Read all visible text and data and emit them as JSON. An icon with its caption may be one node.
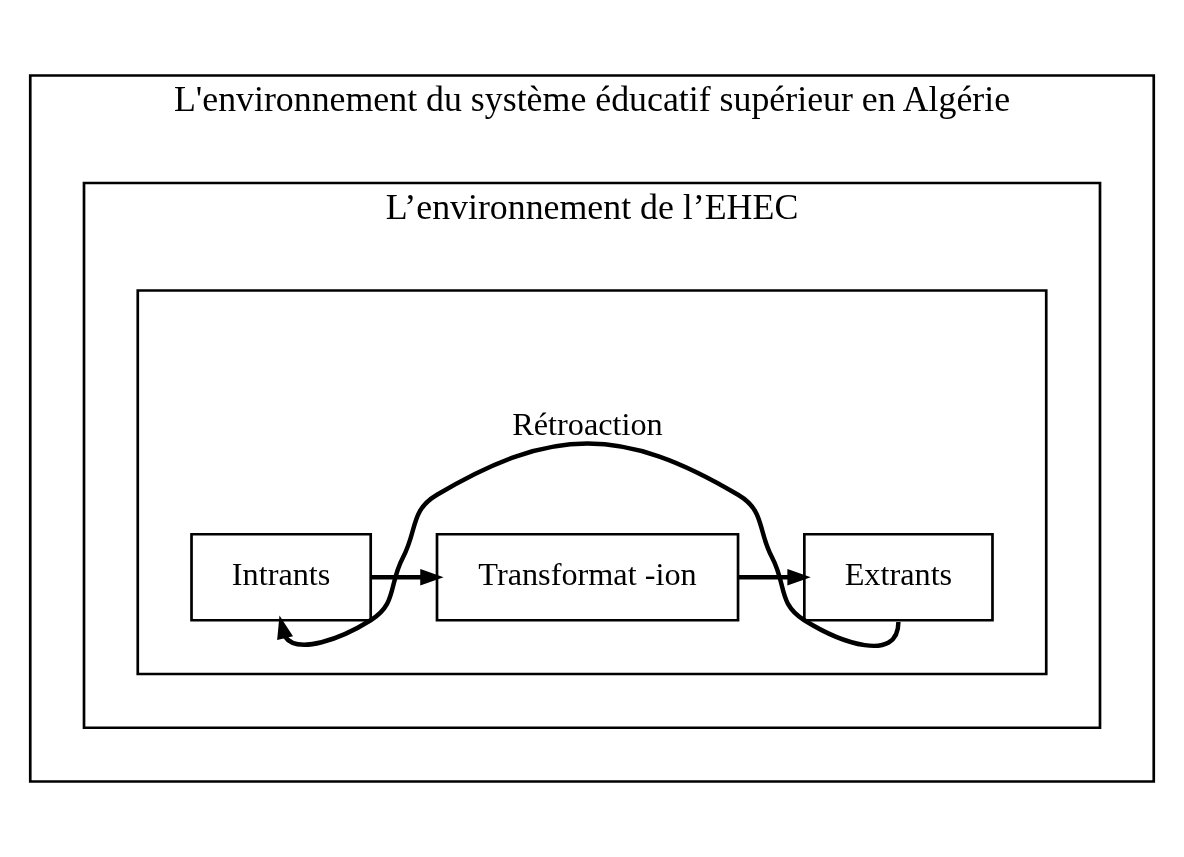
{
  "diagram": {
    "nodes": [
      {
        "text": [
          "L'environnement du système éducatif supérieur en Algérie"
        ]
      },
      {
        "text": [
          "L’environnement de l’EHEC"
        ],
        "in": 0
      },
      {
        "text": [],
        "shape": "box",
        "in": 1
      },
      {
        "text": [
          "Intrants"
        ],
        "in": 2
      },
      {
        "text": [
          "Transformat -ion"
        ],
        "in": 2
      },
      {
        "text": [
          "Extrants"
        ],
        "in": 2
      }
    ],
    "edges": [
      {
        "from": 3,
        "to": 4,
        "arrow": "to"
      },
      {
        "from": 4,
        "to": 5,
        "arrow": "to"
      },
      {
        "from": 5,
        "to": 3,
        "arrow": "to",
        "label": "Rétroaction"
      }
    ]
  }
}
